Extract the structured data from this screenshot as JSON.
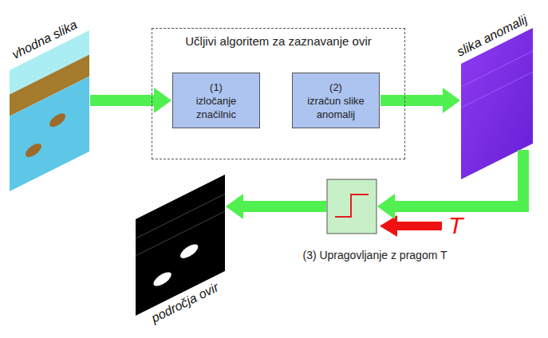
{
  "diagram": {
    "nodes": [
      {
        "text": [
          "vhodna slika"
        ]
      },
      {
        "text": [
          "Učljivi algoritem za zaznavanje ovir"
        ]
      },
      {
        "text": [
          "(1)",
          "izločanje značilnic"
        ],
        "in": 1
      },
      {
        "text": [
          "(2)",
          "izračun slike anomalij"
        ],
        "in": 1
      },
      {
        "text": [
          "slika anomalij"
        ]
      },
      {
        "text": [
          "(3) Upragovljanje z pragom T"
        ]
      },
      {
        "text": [
          "področja ovir"
        ]
      }
    ],
    "edges": [
      {
        "from": 0,
        "to": 2,
        "arrow": "to"
      },
      {
        "from": 3,
        "to": 4,
        "arrow": "to"
      },
      {
        "from": 4,
        "to": 5,
        "arrow": "to"
      },
      {
        "from": 5,
        "to": 6,
        "arrow": "to"
      }
    ],
    "labels": [
      "T"
    ]
  }
}
